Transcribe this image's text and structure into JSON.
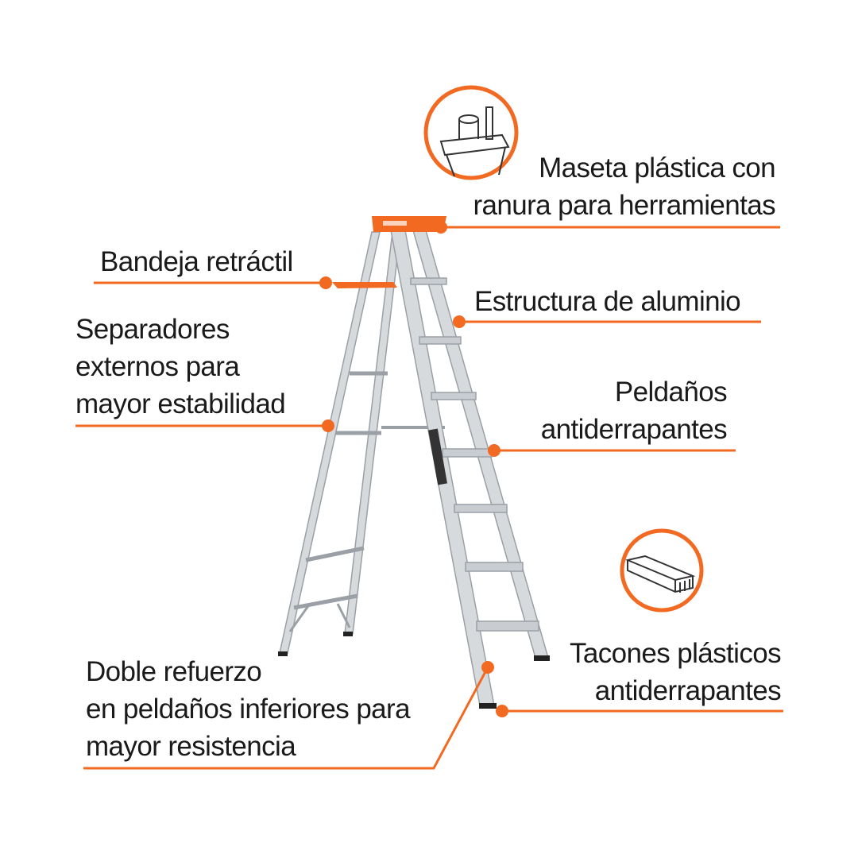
{
  "accent_color": "#f26a21",
  "callouts": {
    "top_cap": {
      "lines": [
        "Maseta plástica con",
        "ranura para herramientas"
      ]
    },
    "tray": {
      "lines": [
        "Bandeja retráctil"
      ]
    },
    "structure": {
      "lines": [
        "Estructura de aluminio"
      ]
    },
    "spreaders": {
      "lines": [
        "Separadores",
        "externos para",
        "mayor estabilidad"
      ]
    },
    "steps": {
      "lines": [
        "Peldaños",
        "antiderrapantes"
      ]
    },
    "feet": {
      "lines": [
        "Tacones plásticos",
        "antiderrapantes"
      ]
    },
    "reinforcement": {
      "lines": [
        "Doble refuerzo",
        "en peldaños inferiores para",
        "mayor resistencia"
      ]
    }
  },
  "icons": [
    "top-cap-detail-icon",
    "foot-detail-icon"
  ]
}
